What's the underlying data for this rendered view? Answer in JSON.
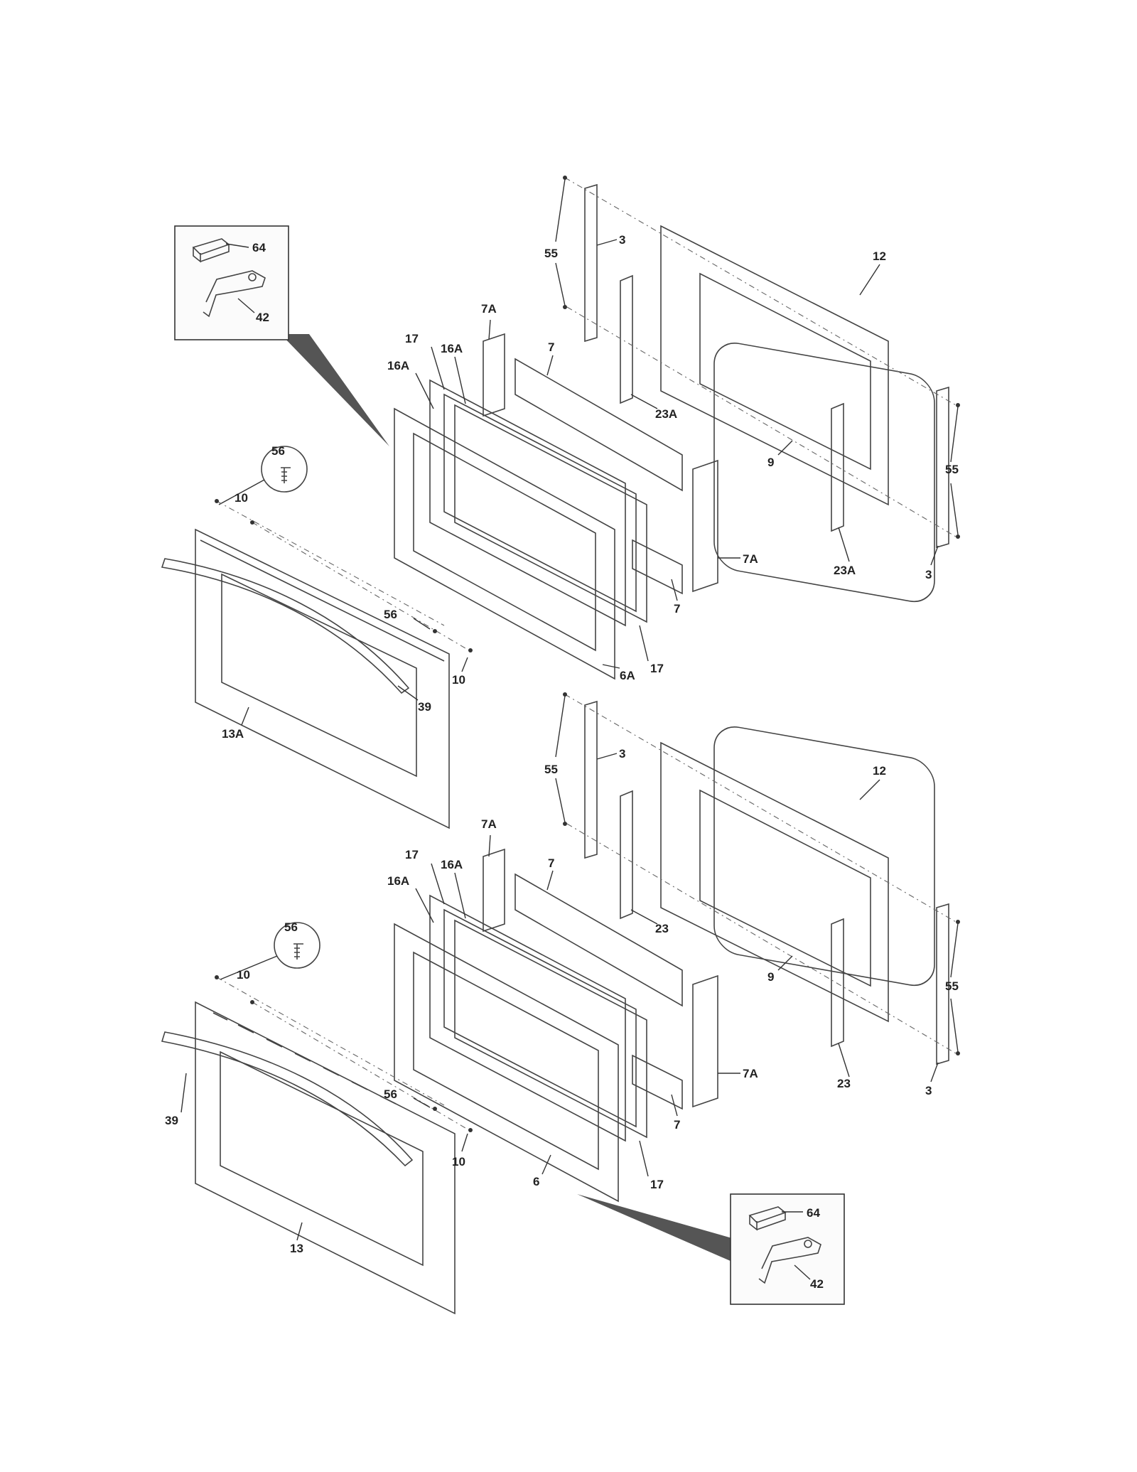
{
  "upper_door": {
    "callouts": [
      {
        "id": "u64",
        "text": "64"
      },
      {
        "id": "u42",
        "text": "42"
      },
      {
        "id": "u55a",
        "text": "55"
      },
      {
        "id": "u3a",
        "text": "3"
      },
      {
        "id": "u12",
        "text": "12"
      },
      {
        "id": "u7Aa",
        "text": "7A"
      },
      {
        "id": "u17a",
        "text": "17"
      },
      {
        "id": "u16Aa",
        "text": "16A"
      },
      {
        "id": "u16Ab",
        "text": "16A"
      },
      {
        "id": "u7a",
        "text": "7"
      },
      {
        "id": "u23Aa",
        "text": "23A"
      },
      {
        "id": "u9",
        "text": "9"
      },
      {
        "id": "u55b",
        "text": "55"
      },
      {
        "id": "u56a",
        "text": "56"
      },
      {
        "id": "u10a",
        "text": "10"
      },
      {
        "id": "u7Ab",
        "text": "7A"
      },
      {
        "id": "u23Ab",
        "text": "23A"
      },
      {
        "id": "u3b",
        "text": "3"
      },
      {
        "id": "u7b",
        "text": "7"
      },
      {
        "id": "u56b",
        "text": "56"
      },
      {
        "id": "u10b",
        "text": "10"
      },
      {
        "id": "u6A",
        "text": "6A"
      },
      {
        "id": "u17b",
        "text": "17"
      },
      {
        "id": "u39",
        "text": "39"
      },
      {
        "id": "u13A",
        "text": "13A"
      }
    ]
  },
  "lower_door": {
    "callouts": [
      {
        "id": "l55a",
        "text": "55"
      },
      {
        "id": "l3a",
        "text": "3"
      },
      {
        "id": "l12",
        "text": "12"
      },
      {
        "id": "l7Aa",
        "text": "7A"
      },
      {
        "id": "l7a",
        "text": "7"
      },
      {
        "id": "l17a",
        "text": "17"
      },
      {
        "id": "l16Aa",
        "text": "16A"
      },
      {
        "id": "l16Ab",
        "text": "16A"
      },
      {
        "id": "l23a",
        "text": "23"
      },
      {
        "id": "l56a",
        "text": "56"
      },
      {
        "id": "l9",
        "text": "9"
      },
      {
        "id": "l10a",
        "text": "10"
      },
      {
        "id": "l55b",
        "text": "55"
      },
      {
        "id": "l7Ab",
        "text": "7A"
      },
      {
        "id": "l23b",
        "text": "23"
      },
      {
        "id": "l3b",
        "text": "3"
      },
      {
        "id": "l7b",
        "text": "7"
      },
      {
        "id": "l56b",
        "text": "56"
      },
      {
        "id": "l39",
        "text": "39"
      },
      {
        "id": "l10b",
        "text": "10"
      },
      {
        "id": "l6",
        "text": "6"
      },
      {
        "id": "l17b",
        "text": "17"
      },
      {
        "id": "l13",
        "text": "13"
      },
      {
        "id": "l64",
        "text": "64"
      },
      {
        "id": "l42",
        "text": "42"
      }
    ]
  }
}
